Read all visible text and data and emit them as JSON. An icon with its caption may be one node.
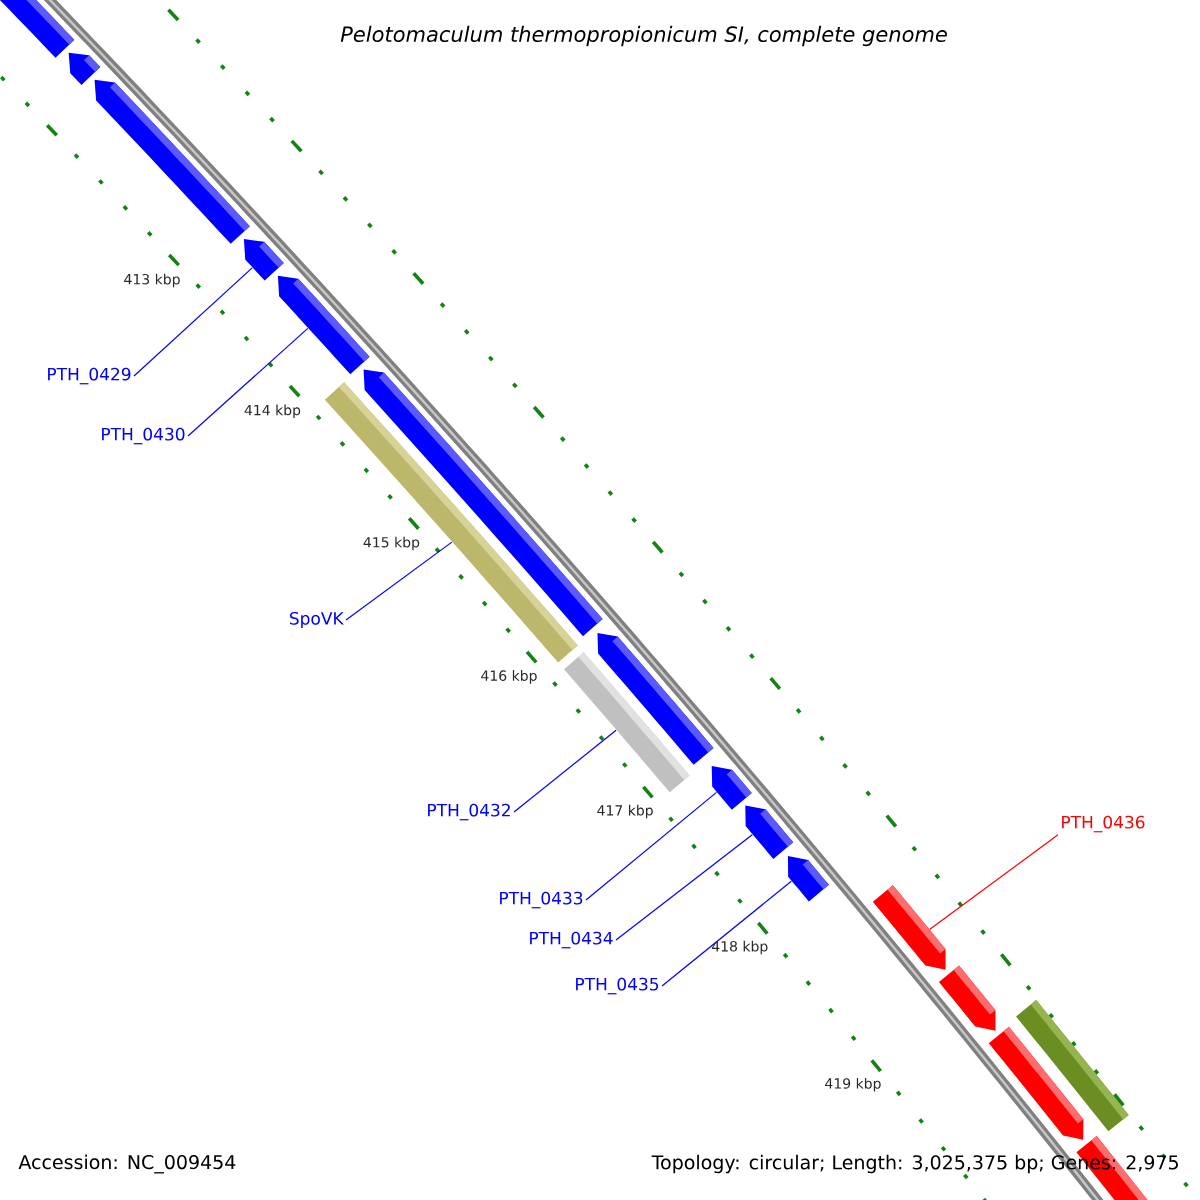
{
  "diagram": {
    "title": "Pelotomaculum thermopropionicum SI, complete genome",
    "nodes": [
      {
        "text": [],
        "shape": "pentagon"
      },
      {
        "text": [],
        "shape": "pentagon"
      },
      {
        "text": [],
        "shape": "pentagon"
      },
      {
        "text": [],
        "shape": "pentagon"
      },
      {
        "text": [],
        "shape": "pentagon"
      },
      {
        "text": [],
        "shape": "pentagon"
      },
      {
        "text": [],
        "shape": "bar"
      },
      {
        "text": [],
        "shape": "pentagon"
      },
      {
        "text": [],
        "shape": "bar"
      },
      {
        "text": [],
        "shape": "pentagon"
      },
      {
        "text": [],
        "shape": "pentagon"
      },
      {
        "text": [],
        "shape": "pentagon"
      },
      {
        "text": [],
        "shape": "pentagon"
      },
      {
        "text": [],
        "shape": "pentagon"
      },
      {
        "text": [],
        "shape": "pentagon"
      },
      {
        "text": [],
        "shape": "bar"
      },
      {
        "text": [],
        "shape": "pentagon"
      },
      {
        "text": [
          "PTH_0429"
        ]
      },
      {
        "text": [
          "PTH_0430"
        ]
      },
      {
        "text": [
          "SpoVK"
        ]
      },
      {
        "text": [
          "PTH_0432"
        ]
      },
      {
        "text": [
          "PTH_0433"
        ]
      },
      {
        "text": [
          "PTH_0434"
        ]
      },
      {
        "text": [
          "PTH_0435"
        ]
      },
      {
        "text": [
          "PTH_0436"
        ]
      }
    ],
    "edges": [
      {
        "from": 17,
        "to": 3,
        "arrow": "none"
      },
      {
        "from": 18,
        "to": 4,
        "arrow": "none"
      },
      {
        "from": 19,
        "to": 6,
        "arrow": "none"
      },
      {
        "from": 20,
        "to": 8,
        "arrow": "none"
      },
      {
        "from": 21,
        "to": 9,
        "arrow": "none"
      },
      {
        "from": 22,
        "to": 10,
        "arrow": "none"
      },
      {
        "from": 23,
        "to": 11,
        "arrow": "none"
      },
      {
        "from": 24,
        "to": 12,
        "arrow": "none",
        "color": "#ff0000"
      }
    ],
    "labels": [
      "413 kbp",
      "414 kbp",
      "415 kbp",
      "416 kbp",
      "417 kbp",
      "418 kbp",
      "419 kbp",
      "Accession: NC_009454",
      "Topology: circular; Length: 3,025,375 bp; Genes: 2,975"
    ]
  }
}
